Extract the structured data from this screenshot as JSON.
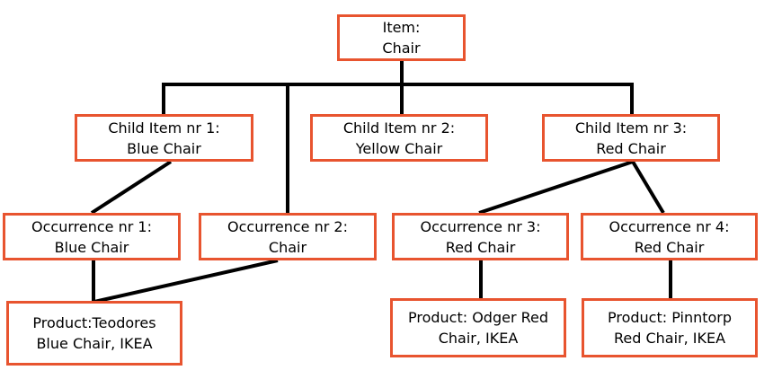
{
  "diagram": {
    "type": "tree",
    "accent_color": "#E8542F",
    "line_color": "#000000",
    "background_color": "#FFFFFF",
    "nodes": {
      "item": {
        "line1": "Item:",
        "line2": "Chair"
      },
      "child1": {
        "line1": "Child Item nr 1:",
        "line2": "Blue Chair"
      },
      "child2": {
        "line1": "Child Item nr 2:",
        "line2": "Yellow Chair"
      },
      "child3": {
        "line1": "Child Item nr 3:",
        "line2": "Red Chair"
      },
      "occ1": {
        "line1": "Occurrence nr 1:",
        "line2": "Blue Chair"
      },
      "occ2": {
        "line1": "Occurrence nr 2:",
        "line2": "Chair"
      },
      "occ3": {
        "line1": "Occurrence nr 3:",
        "line2": "Red Chair"
      },
      "occ4": {
        "line1": "Occurrence nr 4:",
        "line2": "Red Chair"
      },
      "prod1": {
        "line1": "Product:Teodores",
        "line2": "Blue Chair, IKEA"
      },
      "prod2": {
        "line1": "Product: Odger Red",
        "line2": "Chair, IKEA"
      },
      "prod3": {
        "line1": "Product: Pinntorp",
        "line2": "Red Chair, IKEA"
      }
    },
    "edges": [
      {
        "from": "item",
        "to": "child1"
      },
      {
        "from": "item",
        "to": "child2"
      },
      {
        "from": "item",
        "to": "child3"
      },
      {
        "from": "item",
        "to": "occ2"
      },
      {
        "from": "child1",
        "to": "occ1"
      },
      {
        "from": "child3",
        "to": "occ3"
      },
      {
        "from": "child3",
        "to": "occ4"
      },
      {
        "from": "occ1",
        "to": "prod1"
      },
      {
        "from": "occ2",
        "to": "prod1"
      },
      {
        "from": "occ3",
        "to": "prod2"
      },
      {
        "from": "occ4",
        "to": "prod3"
      }
    ]
  }
}
